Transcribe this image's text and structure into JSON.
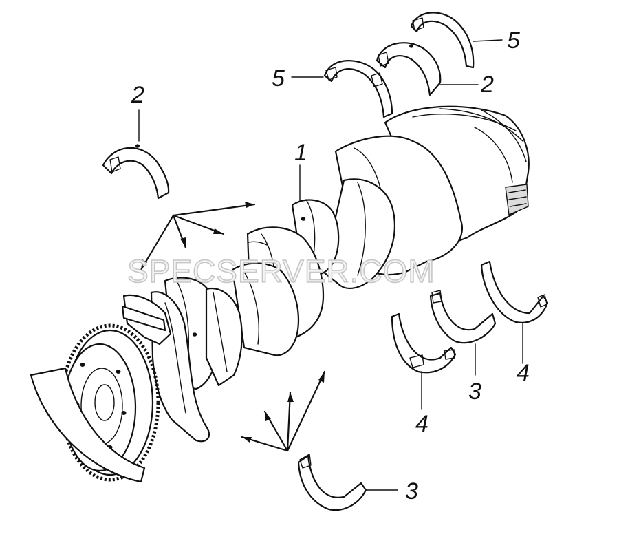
{
  "watermark": "SPECSERVER.COM",
  "callouts": {
    "c1": "1",
    "c2a": "2",
    "c2b": "2",
    "c3a": "3",
    "c3b": "3",
    "c4a": "4",
    "c4b": "4",
    "c5a": "5",
    "c5b": "5"
  }
}
